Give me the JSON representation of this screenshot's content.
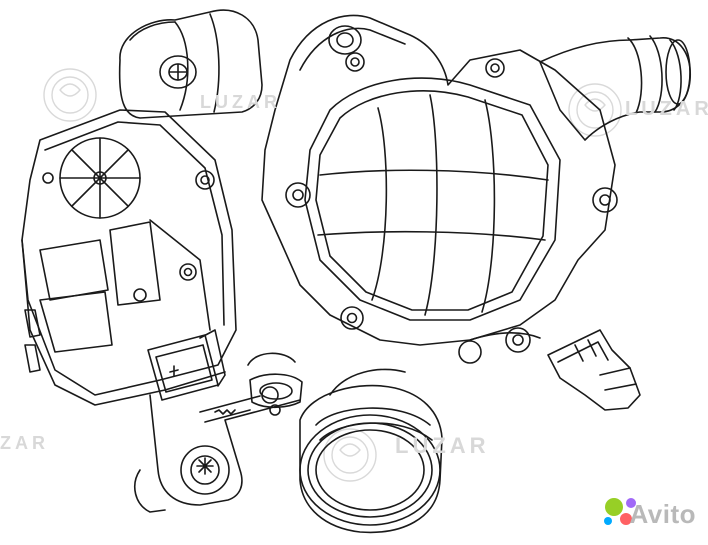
{
  "watermark": {
    "brand": "LUZAR",
    "brand_mid": "LUZAR",
    "brand_left": "ZAR"
  },
  "marketplace": {
    "name": "Avito",
    "logo_colors": [
      "#97cf26",
      "#a169f7",
      "#ff6163",
      "#00aaff"
    ]
  },
  "drawing": {
    "line_color": "#1a1a1a",
    "subject": "thermostat-pump-housing-assembly"
  }
}
